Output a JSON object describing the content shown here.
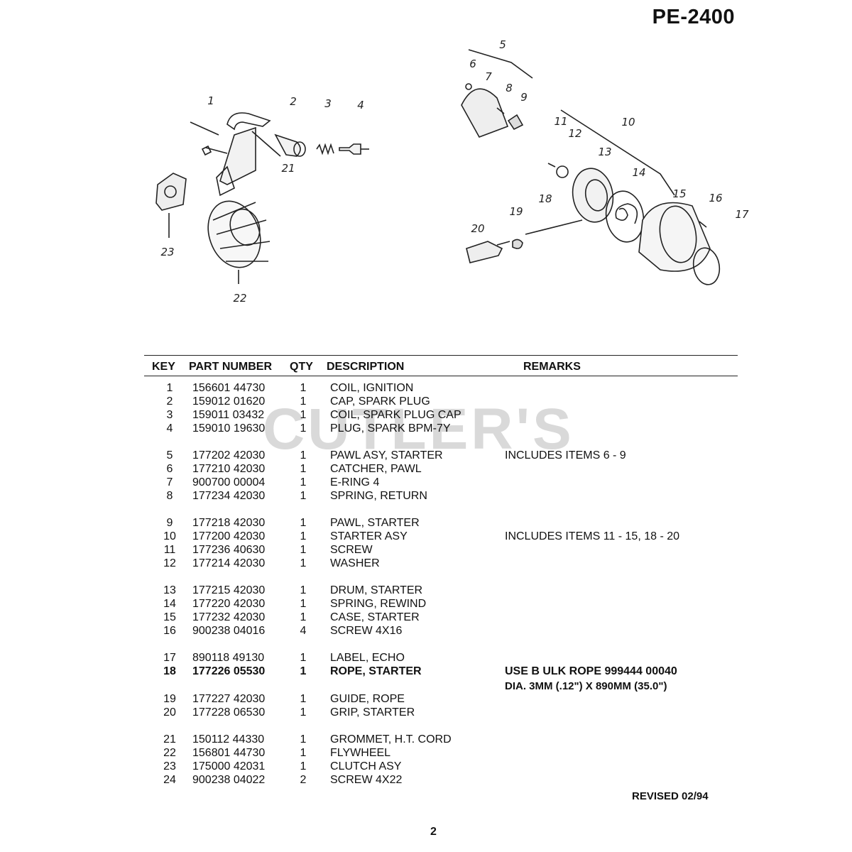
{
  "header": {
    "model": "PE-2400"
  },
  "watermark": "CUTLER'S",
  "diagram": {
    "callouts": [
      "1",
      "2",
      "3",
      "4",
      "5",
      "6",
      "7",
      "8",
      "9",
      "10",
      "11",
      "12",
      "13",
      "14",
      "15",
      "16",
      "17",
      "18",
      "19",
      "20",
      "21",
      "22",
      "23"
    ]
  },
  "table": {
    "headers": {
      "key": "KEY",
      "part_number": "PART NUMBER",
      "qty": "QTY",
      "description": "DESCRIPTION",
      "remarks": "REMARKS"
    },
    "rows": [
      {
        "key": "1",
        "part": "156601 44730",
        "qty": "1",
        "desc": "COIL, IGNITION",
        "remarks": ""
      },
      {
        "key": "2",
        "part": "159012 01620",
        "qty": "1",
        "desc": "CAP, SPARK PLUG",
        "remarks": ""
      },
      {
        "key": "3",
        "part": "159011 03432",
        "qty": "1",
        "desc": "COIL, SPARK PLUG CAP",
        "remarks": ""
      },
      {
        "key": "4",
        "part": "159010 19630",
        "qty": "1",
        "desc": "PLUG, SPARK  BPM-7Y",
        "remarks": ""
      },
      {
        "key": "5",
        "part": "177202 42030",
        "qty": "1",
        "desc": "PAWL ASY, STARTER",
        "remarks": "INCLUDES ITEMS 6 - 9"
      },
      {
        "key": "6",
        "part": "177210 42030",
        "qty": "1",
        "desc": "CATCHER, PAWL",
        "remarks": ""
      },
      {
        "key": "7",
        "part": "900700 00004",
        "qty": "1",
        "desc": "E-RING  4",
        "remarks": ""
      },
      {
        "key": "8",
        "part": "177234 42030",
        "qty": "1",
        "desc": "SPRING, RETURN",
        "remarks": ""
      },
      {
        "key": "9",
        "part": "177218 42030",
        "qty": "1",
        "desc": "PAWL, STARTER",
        "remarks": ""
      },
      {
        "key": "10",
        "part": "177200 42030",
        "qty": "1",
        "desc": "STARTER ASY",
        "remarks": "INCLUDES ITEMS 11 - 15, 18 - 20"
      },
      {
        "key": "11",
        "part": "177236 40630",
        "qty": "1",
        "desc": "SCREW",
        "remarks": ""
      },
      {
        "key": "12",
        "part": "177214 42030",
        "qty": "1",
        "desc": "WASHER",
        "remarks": ""
      },
      {
        "key": "13",
        "part": "177215 42030",
        "qty": "1",
        "desc": "DRUM, STARTER",
        "remarks": ""
      },
      {
        "key": "14",
        "part": "177220 42030",
        "qty": "1",
        "desc": "SPRING, REWIND",
        "remarks": ""
      },
      {
        "key": "15",
        "part": "177232 42030",
        "qty": "1",
        "desc": "CASE, STARTER",
        "remarks": ""
      },
      {
        "key": "16",
        "part": "900238 04016",
        "qty": "4",
        "desc": "SCREW  4X16",
        "remarks": ""
      },
      {
        "key": "17",
        "part": "890118 49130",
        "qty": "1",
        "desc": "LABEL,  ECHO",
        "remarks": ""
      },
      {
        "key": "18",
        "part": "177226 05530",
        "qty": "1",
        "desc": "ROPE, STARTER",
        "remarks": "USE B ULK ROPE 999444 00040"
      },
      {
        "key": "19",
        "part": "177227 42030",
        "qty": "1",
        "desc": "GUIDE, ROPE",
        "remarks": ""
      },
      {
        "key": "20",
        "part": "177228 06530",
        "qty": "1",
        "desc": "GRIP, STARTER",
        "remarks": ""
      },
      {
        "key": "21",
        "part": "150112 44330",
        "qty": "1",
        "desc": "GROMMET, H.T. CORD",
        "remarks": ""
      },
      {
        "key": "22",
        "part": "156801 44730",
        "qty": "1",
        "desc": "FLYWHEEL",
        "remarks": ""
      },
      {
        "key": "23",
        "part": "175000 42031",
        "qty": "1",
        "desc": "CLUTCH ASY",
        "remarks": ""
      },
      {
        "key": "24",
        "part": "900238 04022",
        "qty": "2",
        "desc": "SCREW  4X22",
        "remarks": ""
      }
    ],
    "row18_remark_line2": "DIA. 3MM (.12\") X 890MM (35.0\")"
  },
  "footer": {
    "revised": "REVISED 02/94",
    "page_number": "2"
  }
}
